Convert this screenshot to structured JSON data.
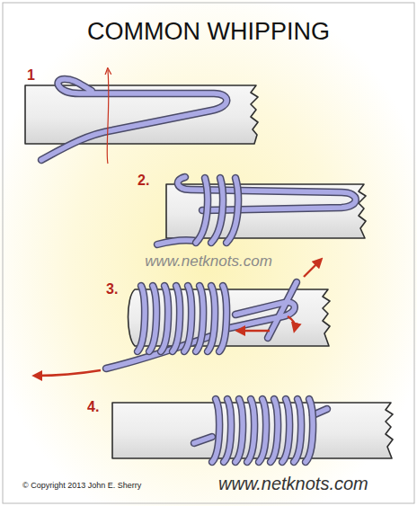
{
  "diagram": {
    "title": "COMMON WHIPPING",
    "labels": [
      "1",
      "2.",
      "3.",
      "4.",
      "www.netknots.com",
      "© Copyright  2013  John E. Sherry",
      "www.netknots.com"
    ]
  }
}
